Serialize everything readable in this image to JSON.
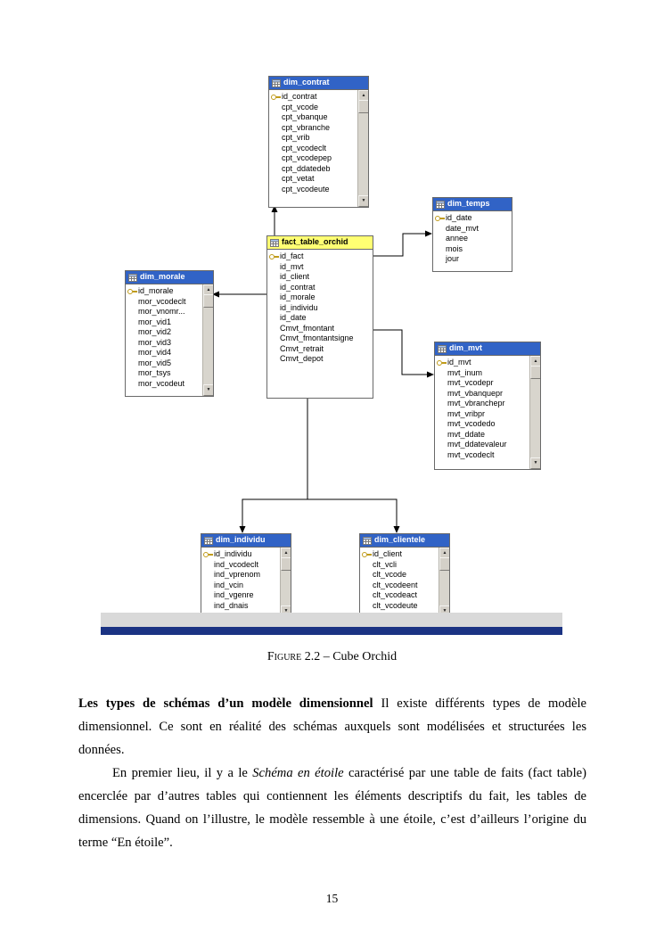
{
  "colors": {
    "header_blue": "#3163c6",
    "header_yellow": "#ffff73",
    "strip_gray": "#d9d9d9",
    "window_bar_navy": "#1b3383"
  },
  "icons": {
    "scroll_up": "▲",
    "scroll_down": "▼"
  },
  "tables": [
    {
      "title": "dim_contrat",
      "fields": [
        "id_contrat",
        "cpt_vcode",
        "cpt_vbanque",
        "cpt_vbranche",
        "cpt_vrib",
        "cpt_vcodeclt",
        "cpt_vcodepep",
        "cpt_ddatedeb",
        "cpt_vetat",
        "cpt_vcodeute"
      ],
      "has_scrollbar": true
    },
    {
      "title": "dim_temps",
      "fields": [
        "id_date",
        "date_mvt",
        "annee",
        "mois",
        "jour"
      ],
      "has_scrollbar": false
    },
    {
      "title": "fact_table_orchid",
      "fields": [
        "id_fact",
        "id_mvt",
        "id_client",
        "id_contrat",
        "id_morale",
        "id_individu",
        "id_date",
        "Cmvt_fmontant",
        "Cmvt_fmontantsigne",
        "Cmvt_retrait",
        "Cmvt_depot"
      ],
      "has_scrollbar": false
    },
    {
      "title": "dim_morale",
      "fields": [
        "id_morale",
        "mor_vcodeclt",
        "mor_vnomr...",
        "mor_vid1",
        "mor_vid2",
        "mor_vid3",
        "mor_vid4",
        "mor_vid5",
        "mor_tsys",
        "mor_vcodeut"
      ],
      "has_scrollbar": true
    },
    {
      "title": "dim_mvt",
      "fields": [
        "id_mvt",
        "mvt_inum",
        "mvt_vcodepr",
        "mvt_vbanquepr",
        "mvt_vbranchepr",
        "mvt_vribpr",
        "mvt_vcodedo",
        "mvt_ddate",
        "mvt_ddatevaleur",
        "mvt_vcodeclt"
      ],
      "has_scrollbar": true
    },
    {
      "title": "dim_individu",
      "fields": [
        "id_individu",
        "ind_vcodeclt",
        "ind_vprenom",
        "ind_vcin",
        "ind_vgenre",
        "ind_dnais"
      ],
      "has_scrollbar": true
    },
    {
      "title": "dim_clientele",
      "fields": [
        "id_client",
        "clt_vcli",
        "clt_vcode",
        "clt_vcodeent",
        "clt_vcodeact",
        "clt_vcodeute"
      ],
      "has_scrollbar": true
    }
  ],
  "caption": {
    "label": "Figure 2.2",
    "rest": " – Cube Orchid"
  },
  "body": {
    "p1_bold": "Les types de schémas d’un modèle dimensionnel",
    "p1_rest": "Il existe différents types de modèle dimensionnel. Ce sont en réalité des schémas auxquels sont modélisées et structurées les données.",
    "p2_lead": "En premier lieu, il y a le ",
    "p2_italic": "Schéma en étoile",
    "p2_rest": " caractérisé par une table de faits (fact table) encerclée par d’autres tables qui contiennent les éléments descriptifs du fait, les tables de dimensions. Quand on l’illustre, le modèle ressemble à une étoile, c’est d’ailleurs l’origine du terme “En étoile”."
  },
  "page_number": "15"
}
